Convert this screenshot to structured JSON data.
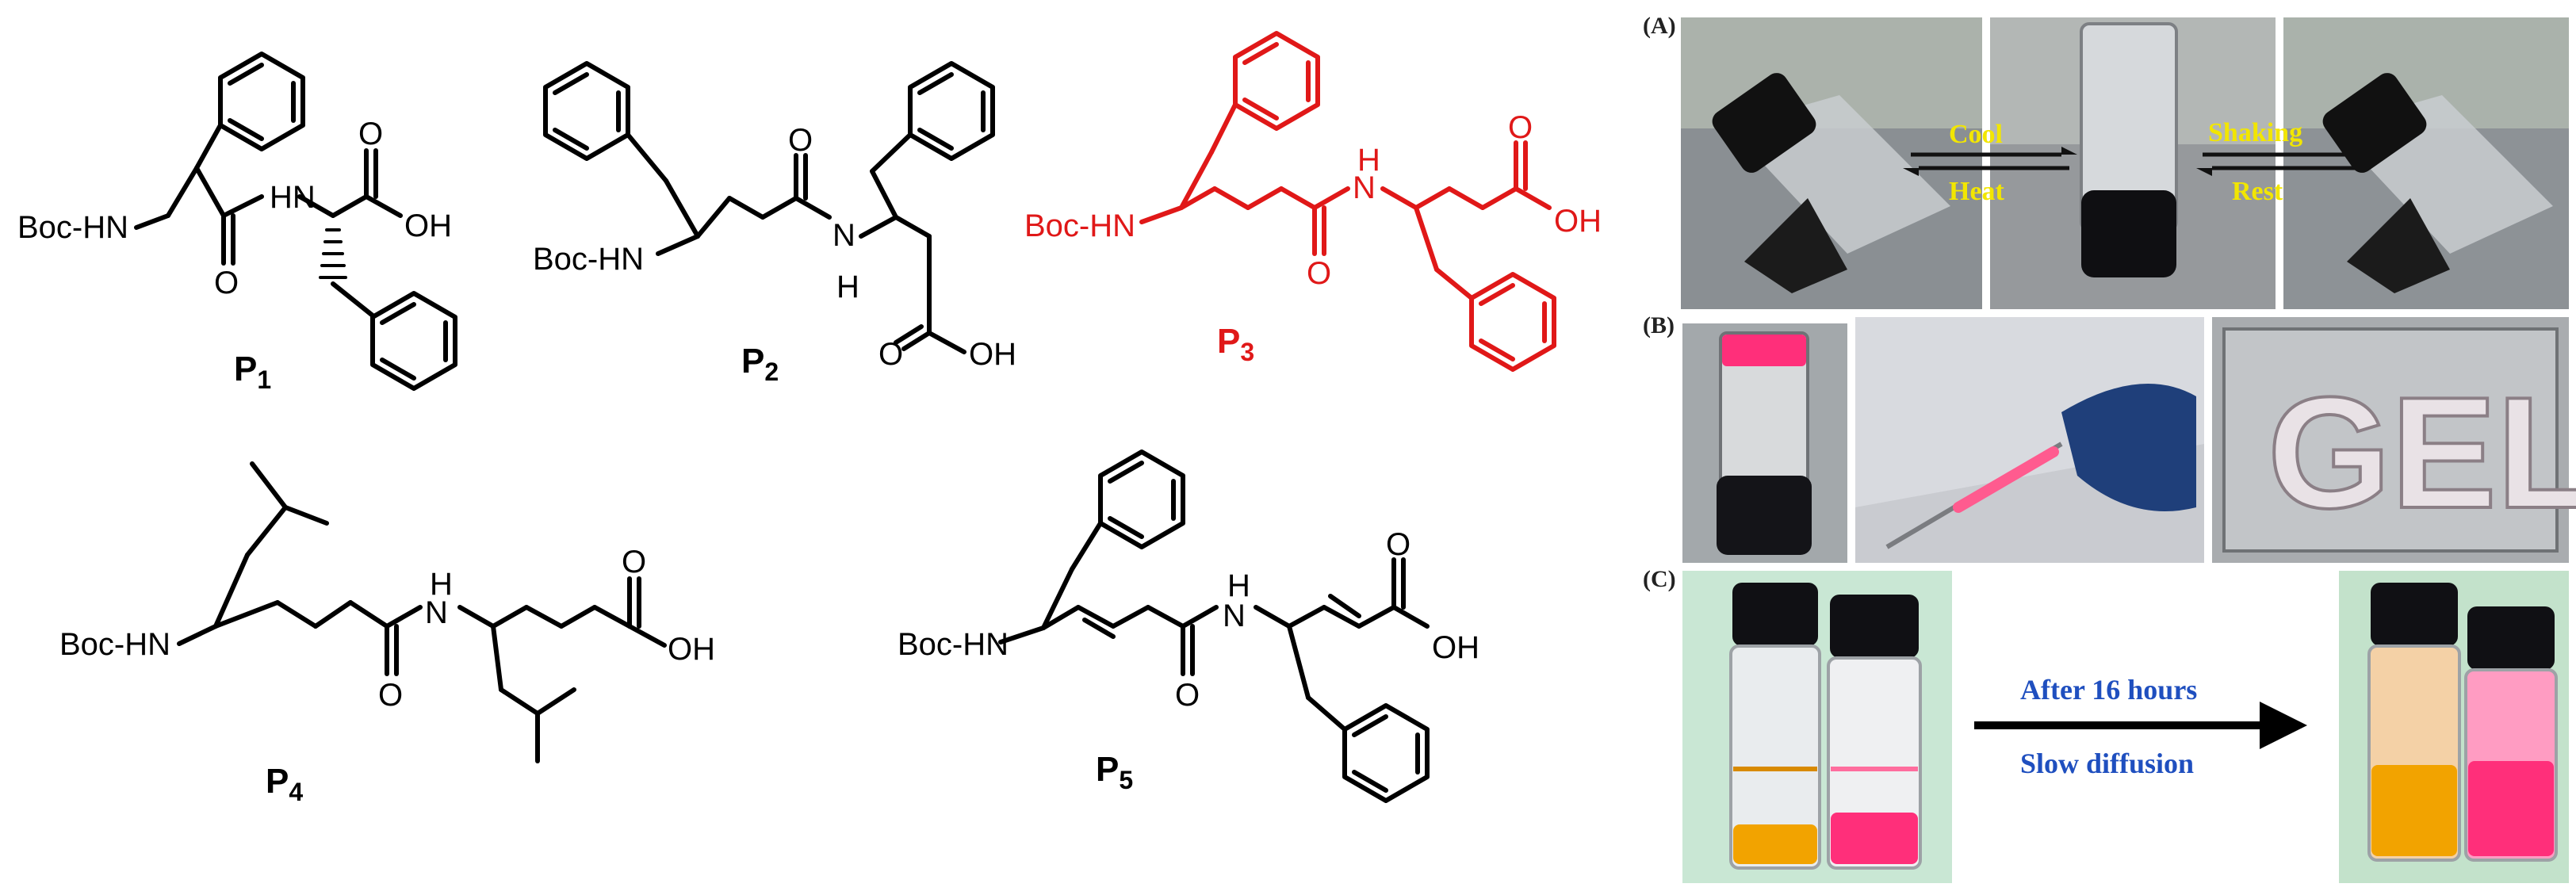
{
  "compounds": [
    {
      "id": "P1",
      "label_main": "P",
      "label_sub": "1",
      "boc": "Boc-HN",
      "nh": "HN",
      "o1": "O",
      "o2": "O",
      "oh": "OH",
      "color": "#000000"
    },
    {
      "id": "P2",
      "label_main": "P",
      "label_sub": "2",
      "boc": "Boc-HN",
      "nh": "N",
      "h": "H",
      "o1": "O",
      "o2": "O",
      "oh": "OH",
      "color": "#000000"
    },
    {
      "id": "P3",
      "label_main": "P",
      "label_sub": "3",
      "boc": "Boc-HN",
      "nh": "N",
      "h": "H",
      "o1": "O",
      "o2": "O",
      "oh": "OH",
      "color": "#e01818"
    },
    {
      "id": "P4",
      "label_main": "P",
      "label_sub": "4",
      "boc": "Boc-HN",
      "nh": "N",
      "h": "H",
      "o1": "O",
      "o2": "O",
      "oh": "OH",
      "color": "#000000"
    },
    {
      "id": "P5",
      "label_main": "P",
      "label_sub": "5",
      "boc": "Boc-HN",
      "nh": "N",
      "h": "H",
      "o1": "O",
      "o2": "O",
      "oh": "OH",
      "color": "#000000"
    }
  ],
  "panels": {
    "A": {
      "tag": "(A)",
      "cool": "Cool",
      "heat": "Heat",
      "shaking": "Shaking",
      "rest": "Rest"
    },
    "B": {
      "tag": "(B)",
      "gel_word": "GEL"
    },
    "C": {
      "tag": "(C)",
      "after": "After 16 hours",
      "slow": "Slow diffusion"
    }
  },
  "colors": {
    "red_compound": "#e01818",
    "arrow_text_yellow": "#f2e600",
    "arrow_text_blue": "#1f4fbf",
    "gel_pink": "#ff2f7a",
    "gel_orange": "#f2a300"
  }
}
